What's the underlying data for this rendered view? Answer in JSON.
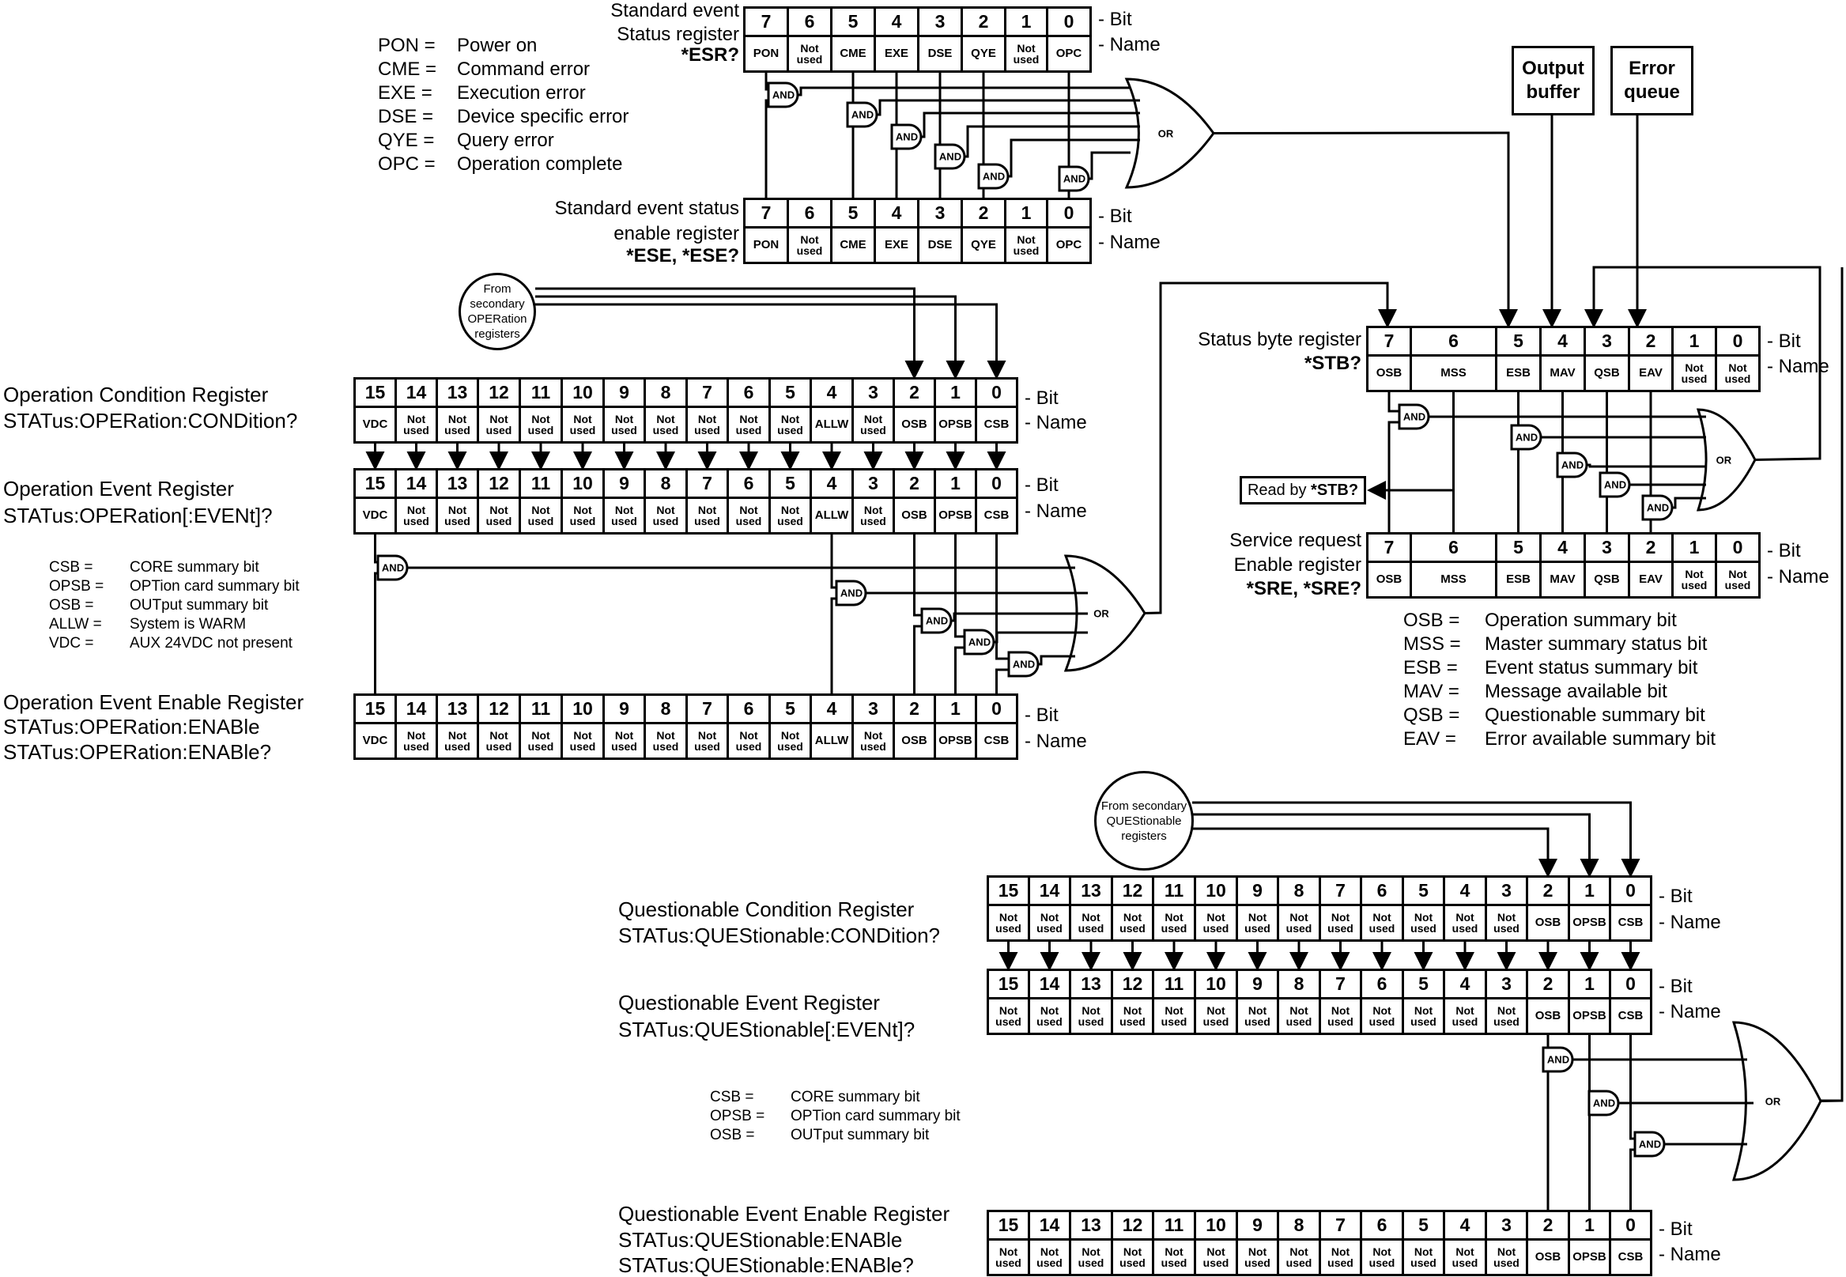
{
  "esr": {
    "title_line1": "Standard event",
    "title_line2": "Status register",
    "cmd": "*ESR?",
    "bits": [
      "7",
      "6",
      "5",
      "4",
      "3",
      "2",
      "1",
      "0"
    ],
    "names": [
      "PON",
      "Not\nused",
      "CME",
      "EXE",
      "DSE",
      "QYE",
      "Not\nused",
      "OPC"
    ]
  },
  "ese": {
    "title_line1": "Standard event status",
    "title_line2": "enable register",
    "cmd": "*ESE, *ESE?",
    "bits": [
      "7",
      "6",
      "5",
      "4",
      "3",
      "2",
      "1",
      "0"
    ],
    "names": [
      "PON",
      "Not\nused",
      "CME",
      "EXE",
      "DSE",
      "QYE",
      "Not\nused",
      "OPC"
    ]
  },
  "esr_legend": [
    {
      "abbr": "PON =",
      "desc": "Power on"
    },
    {
      "abbr": "CME =",
      "desc": "Command error"
    },
    {
      "abbr": "EXE =",
      "desc": "Execution error"
    },
    {
      "abbr": "DSE =",
      "desc": "Device specific error"
    },
    {
      "abbr": "QYE =",
      "desc": "Query error"
    },
    {
      "abbr": "OPC =",
      "desc": "Operation complete"
    }
  ],
  "row_tags": {
    "bit": "- Bit",
    "name": "- Name"
  },
  "gates": {
    "and": "AND",
    "or": "OR"
  },
  "output_buffer": "Output\nbuffer",
  "error_queue": "Error\nqueue",
  "stb": {
    "title": "Status byte register",
    "cmd": "*STB?",
    "bits": [
      "7",
      "6",
      "5",
      "4",
      "3",
      "2",
      "1",
      "0"
    ],
    "names": [
      "OSB",
      "MSS",
      "ESB",
      "MAV",
      "QSB",
      "EAV",
      "Not\nused",
      "Not\nused"
    ]
  },
  "sre": {
    "title_line1": "Service request",
    "title_line2": "Enable register",
    "cmd": "*SRE, *SRE?",
    "bits": [
      "7",
      "6",
      "5",
      "4",
      "3",
      "2",
      "1",
      "0"
    ],
    "names": [
      "OSB",
      "MSS",
      "ESB",
      "MAV",
      "QSB",
      "EAV",
      "Not\nused",
      "Not\nused"
    ]
  },
  "read_by": {
    "prefix": "Read by ",
    "cmd": "*STB?"
  },
  "stb_legend": [
    {
      "abbr": "OSB =",
      "desc": "Operation summary bit"
    },
    {
      "abbr": "MSS =",
      "desc": "Master summary status bit"
    },
    {
      "abbr": "ESB =",
      "desc": "Event status summary bit"
    },
    {
      "abbr": "MAV =",
      "desc": "Message available bit"
    },
    {
      "abbr": "QSB =",
      "desc": "Questionable summary bit"
    },
    {
      "abbr": "EAV =",
      "desc": "Error available summary bit"
    }
  ],
  "oper_secondary": "From secondary\nOPERation\nregisters",
  "oper_cond": {
    "title": "Operation Condition Register",
    "cmd": "STATus:OPERation:CONDition?",
    "bits": [
      "15",
      "14",
      "13",
      "12",
      "11",
      "10",
      "9",
      "8",
      "7",
      "6",
      "5",
      "4",
      "3",
      "2",
      "1",
      "0"
    ],
    "names": [
      "VDC",
      "Not\nused",
      "Not\nused",
      "Not\nused",
      "Not\nused",
      "Not\nused",
      "Not\nused",
      "Not\nused",
      "Not\nused",
      "Not\nused",
      "Not\nused",
      "ALLW",
      "Not\nused",
      "OSB",
      "OPSB",
      "CSB"
    ]
  },
  "oper_event": {
    "title": "Operation Event Register",
    "cmd": "STATus:OPERation[:EVENt]?",
    "bits": [
      "15",
      "14",
      "13",
      "12",
      "11",
      "10",
      "9",
      "8",
      "7",
      "6",
      "5",
      "4",
      "3",
      "2",
      "1",
      "0"
    ],
    "names": [
      "VDC",
      "Not\nused",
      "Not\nused",
      "Not\nused",
      "Not\nused",
      "Not\nused",
      "Not\nused",
      "Not\nused",
      "Not\nused",
      "Not\nused",
      "Not\nused",
      "ALLW",
      "Not\nused",
      "OSB",
      "OPSB",
      "CSB"
    ]
  },
  "oper_enable": {
    "title": "Operation Event Enable Register",
    "cmd1": "STATus:OPERation:ENABle",
    "cmd2": "STATus:OPERation:ENABle?",
    "bits": [
      "15",
      "14",
      "13",
      "12",
      "11",
      "10",
      "9",
      "8",
      "7",
      "6",
      "5",
      "4",
      "3",
      "2",
      "1",
      "0"
    ],
    "names": [
      "VDC",
      "Not\nused",
      "Not\nused",
      "Not\nused",
      "Not\nused",
      "Not\nused",
      "Not\nused",
      "Not\nused",
      "Not\nused",
      "Not\nused",
      "Not\nused",
      "ALLW",
      "Not\nused",
      "OSB",
      "OPSB",
      "CSB"
    ]
  },
  "oper_legend": [
    {
      "abbr": "CSB =",
      "desc": "CORE summary bit"
    },
    {
      "abbr": "OPSB =",
      "desc": "OPTion card summary bit"
    },
    {
      "abbr": "OSB =",
      "desc": "OUTput summary bit"
    },
    {
      "abbr": "ALLW =",
      "desc": "System is WARM"
    },
    {
      "abbr": "VDC =",
      "desc": "AUX 24VDC not present"
    }
  ],
  "ques_secondary": "From secondary\nQUEStionable\nregisters",
  "ques_cond": {
    "title": "Questionable Condition Register",
    "cmd": "STATus:QUEStionable:CONDition?",
    "bits": [
      "15",
      "14",
      "13",
      "12",
      "11",
      "10",
      "9",
      "8",
      "7",
      "6",
      "5",
      "4",
      "3",
      "2",
      "1",
      "0"
    ],
    "names": [
      "Not\nused",
      "Not\nused",
      "Not\nused",
      "Not\nused",
      "Not\nused",
      "Not\nused",
      "Not\nused",
      "Not\nused",
      "Not\nused",
      "Not\nused",
      "Not\nused",
      "Not\nused",
      "Not\nused",
      "OSB",
      "OPSB",
      "CSB"
    ]
  },
  "ques_event": {
    "title": "Questionable Event Register",
    "cmd": "STATus:QUEStionable[:EVENt]?",
    "bits": [
      "15",
      "14",
      "13",
      "12",
      "11",
      "10",
      "9",
      "8",
      "7",
      "6",
      "5",
      "4",
      "3",
      "2",
      "1",
      "0"
    ],
    "names": [
      "Not\nused",
      "Not\nused",
      "Not\nused",
      "Not\nused",
      "Not\nused",
      "Not\nused",
      "Not\nused",
      "Not\nused",
      "Not\nused",
      "Not\nused",
      "Not\nused",
      "Not\nused",
      "Not\nused",
      "OSB",
      "OPSB",
      "CSB"
    ]
  },
  "ques_enable": {
    "title": "Questionable Event Enable Register",
    "cmd1": "STATus:QUEStionable:ENABle",
    "cmd2": "STATus:QUEStionable:ENABle?",
    "bits": [
      "15",
      "14",
      "13",
      "12",
      "11",
      "10",
      "9",
      "8",
      "7",
      "6",
      "5",
      "4",
      "3",
      "2",
      "1",
      "0"
    ],
    "names": [
      "Not\nused",
      "Not\nused",
      "Not\nused",
      "Not\nused",
      "Not\nused",
      "Not\nused",
      "Not\nused",
      "Not\nused",
      "Not\nused",
      "Not\nused",
      "Not\nused",
      "Not\nused",
      "Not\nused",
      "OSB",
      "OPSB",
      "CSB"
    ]
  },
  "ques_legend": [
    {
      "abbr": "CSB =",
      "desc": "CORE summary bit"
    },
    {
      "abbr": "OPSB =",
      "desc": "OPTion card summary bit"
    },
    {
      "abbr": "OSB =",
      "desc": "OUTput summary bit"
    }
  ]
}
